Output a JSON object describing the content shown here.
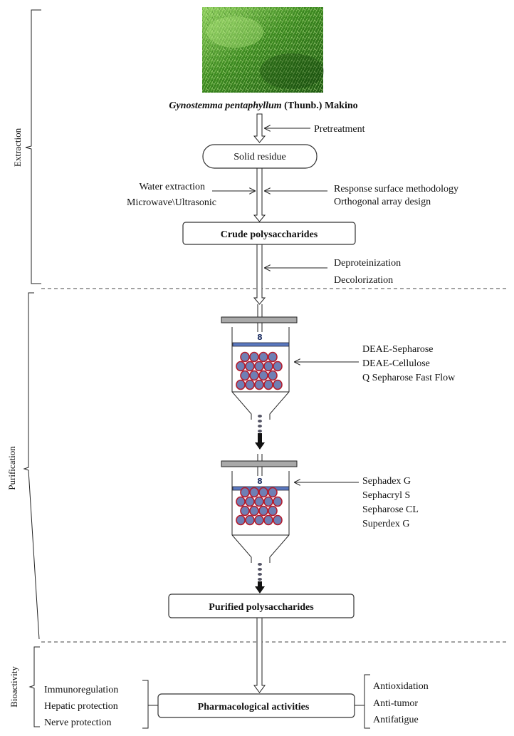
{
  "sections": {
    "extraction": "Extraction",
    "purification": "Purification",
    "bioactivity": "Bioactivity"
  },
  "plant": {
    "image": "plant-photo",
    "name_italic": "Gynostemma pentaphyllum",
    "name_rest": " (Thunb.) Makino"
  },
  "steps": {
    "pretreatment": "Pretreatment",
    "solid_residue": "Solid residue",
    "extraction_left": [
      "Water extraction",
      "Microwave\\Ultrasonic"
    ],
    "extraction_right": [
      "Response surface methodology",
      "Orthogonal array design"
    ],
    "crude": "Crude polysaccharides",
    "deprot": [
      "Deproteinization",
      "Decolorization"
    ],
    "column1": [
      "DEAE-Sepharose",
      "DEAE-Cellulose",
      "Q Sepharose Fast Flow"
    ],
    "column2": [
      "Sephadex G",
      "Sephacryl S",
      "Sepharose CL",
      "Superdex G"
    ],
    "purified": "Purified polysaccharides",
    "pharma": "Pharmacological activities",
    "left_acts": [
      "Immunoregulation",
      "Hepatic protection",
      "Nerve protection"
    ],
    "right_acts": [
      "Antioxidation",
      "Anti-tumor",
      "Antifatigue"
    ]
  },
  "colors": {
    "bead_fill": "#6f7fb4",
    "bead_stroke": "#b51c2c",
    "band": "#5a78c0",
    "cap": "#a9a9a9",
    "plant_green": "#4a8f2a"
  }
}
